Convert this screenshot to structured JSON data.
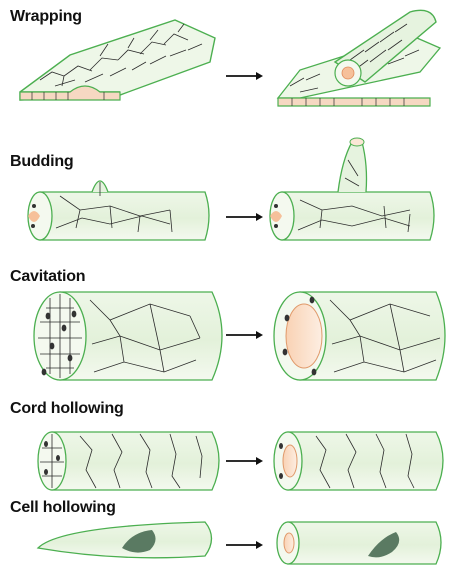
{
  "panels": [
    {
      "label": "Wrapping"
    },
    {
      "label": "Budding"
    },
    {
      "label": "Cavitation"
    },
    {
      "label": "Cord hollowing"
    },
    {
      "label": "Cell hollowing"
    }
  ],
  "colors": {
    "outline": "#4caf50",
    "cell_border": "#2b2b2b",
    "fill_green": "#e6f3df",
    "lumen": "#f6c09a",
    "nucleus": "#333333",
    "cell_nucleus": "#5a7a62"
  }
}
